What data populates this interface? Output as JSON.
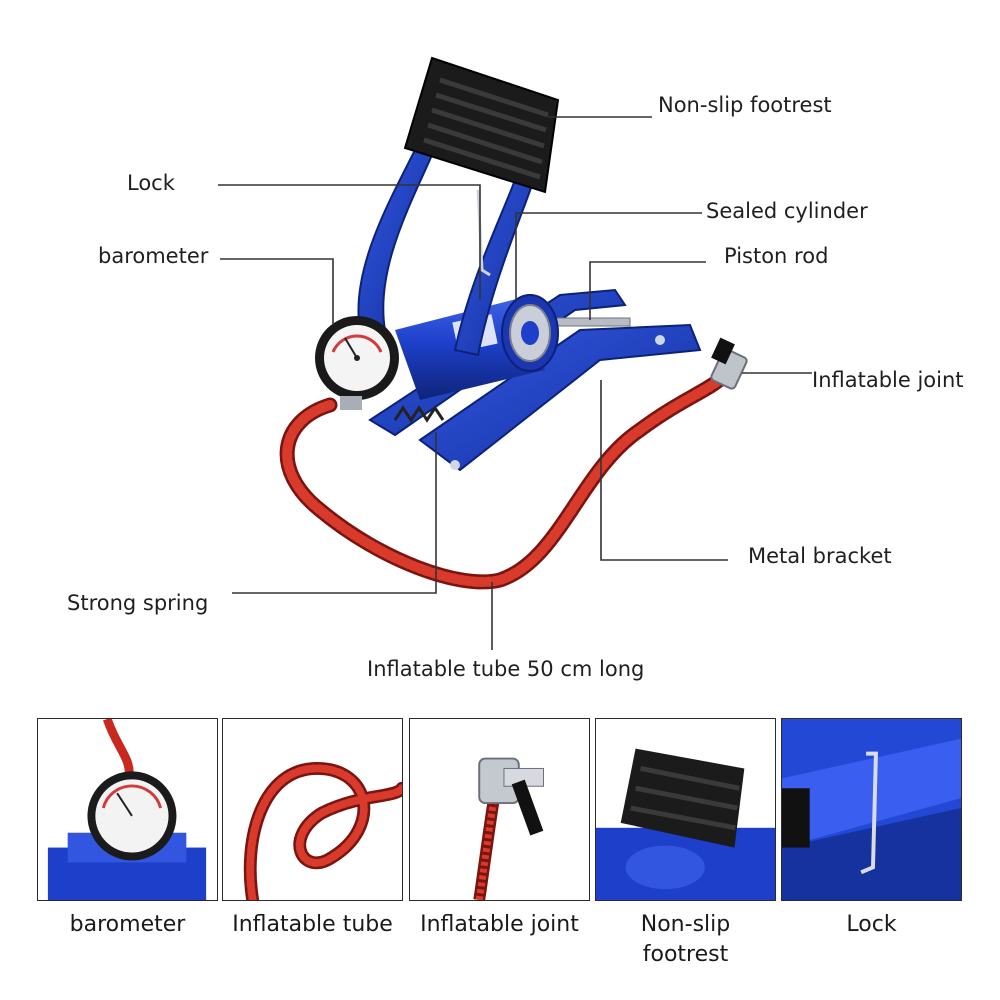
{
  "callouts": {
    "non_slip_footrest": "Non-slip footrest",
    "lock": "Lock",
    "sealed_cylinder": "Sealed cylinder",
    "barometer": "barometer",
    "piston_rod": "Piston rod",
    "inflatable_joint": "Inflatable joint",
    "metal_bracket": "Metal bracket",
    "strong_spring": "Strong spring",
    "inflatable_tube": "Inflatable tube 50 cm long"
  },
  "thumbnails": [
    {
      "label": "barometer"
    },
    {
      "label": "Inflatable tube"
    },
    {
      "label": "Inflatable joint"
    },
    {
      "label": "Non-slip footrest"
    },
    {
      "label": "Lock"
    }
  ],
  "colors": {
    "pump_blue": "#1d3fc9",
    "pump_blue_dark": "#102a8f",
    "hose_red": "#c8281e",
    "pedal_black": "#1b1b1b",
    "leader_line": "#333333"
  }
}
